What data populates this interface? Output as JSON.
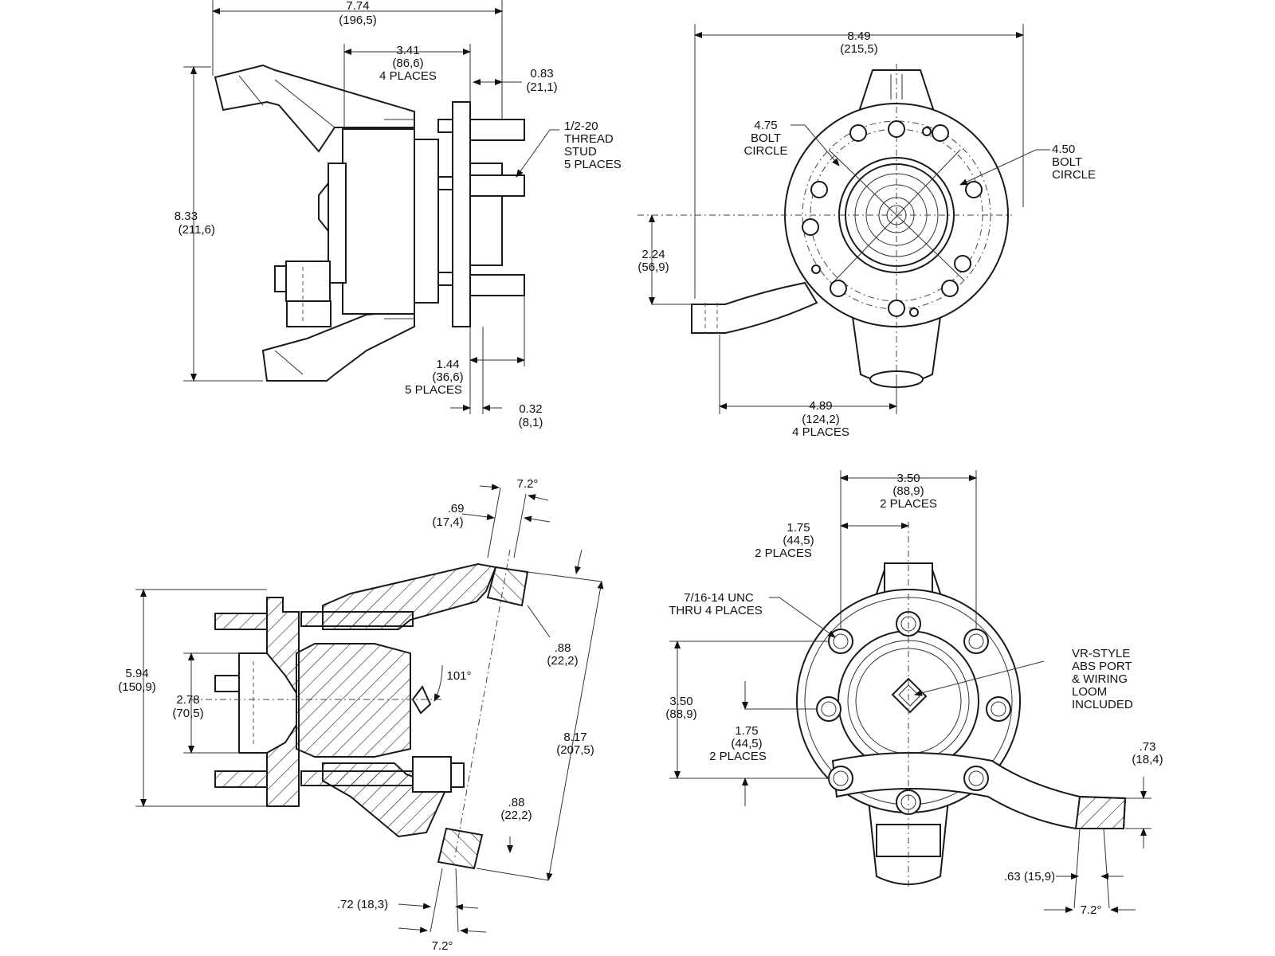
{
  "views": {
    "side": {
      "overall_width": "7.74",
      "overall_width_mm": "(196,5)",
      "bolt_spacing": "3.41",
      "bolt_spacing_mm": "(86,6)",
      "bolt_spacing_note": "4 PLACES",
      "flange_offset": "0.83",
      "flange_offset_mm": "(21,1)",
      "stud_label_1": "1/2-20",
      "stud_label_2": "THREAD",
      "stud_label_3": "STUD",
      "stud_label_4": "5 PLACES",
      "height": "8.33",
      "height_mm": "(211,6)",
      "stud_length": "1.44",
      "stud_length_mm": "(36,6)",
      "stud_length_note": "5 PLACES",
      "flange_thickness": "0.32",
      "flange_thickness_mm": "(8,1)"
    },
    "front": {
      "overall_width": "8.49",
      "overall_width_mm": "(215,5)",
      "bc_475_1": "4.75",
      "bc_475_2": "BOLT",
      "bc_475_3": "CIRCLE",
      "bc_450_1": "4.50",
      "bc_450_2": "BOLT",
      "bc_450_3": "CIRCLE",
      "arm_drop": "2.24",
      "arm_drop_mm": "(56,9)",
      "arm_reach": "4.89",
      "arm_reach_mm": "(124,2)",
      "arm_reach_note": "4 PLACES"
    },
    "section": {
      "angle_top": "7.2°",
      "top_offset": ".69",
      "top_offset_mm": "(17,4)",
      "height": "5.94",
      "height_mm": "(150,9)",
      "bore": "2.78",
      "bore_mm": "(70,5)",
      "inclination": "101°",
      "upper_ear": ".88",
      "upper_ear_mm": "(22,2)",
      "span": "8.17",
      "span_mm": "(207,5)",
      "lower_ear": ".88",
      "lower_ear_mm": "(22,2)",
      "bottom_offset": ".72 (18,3)",
      "angle_bottom": "7.2°"
    },
    "rear": {
      "bolt_pattern": "3.50",
      "bolt_pattern_mm": "(88,9)",
      "bolt_pattern_note": "2 PLACES",
      "half_pattern": "1.75",
      "half_pattern_mm": "(44,5)",
      "half_pattern_note": "2 PLACES",
      "thread_1": "7/16-14 UNC",
      "thread_2": "THRU 4 PLACES",
      "abs_1": "VR-STYLE",
      "abs_2": "ABS PORT",
      "abs_3": "& WIRING",
      "abs_4": "LOOM",
      "abs_5": "INCLUDED",
      "vert_pattern": "3.50",
      "vert_pattern_mm": "(88,9)",
      "vert_half": "1.75",
      "vert_half_mm": "(44,5)",
      "vert_half_note": "2 PLACES",
      "arm_thickness": ".73",
      "arm_thickness_mm": "(18,4)",
      "arm_offset": ".63 (15,9)",
      "angle": "7.2°"
    }
  }
}
